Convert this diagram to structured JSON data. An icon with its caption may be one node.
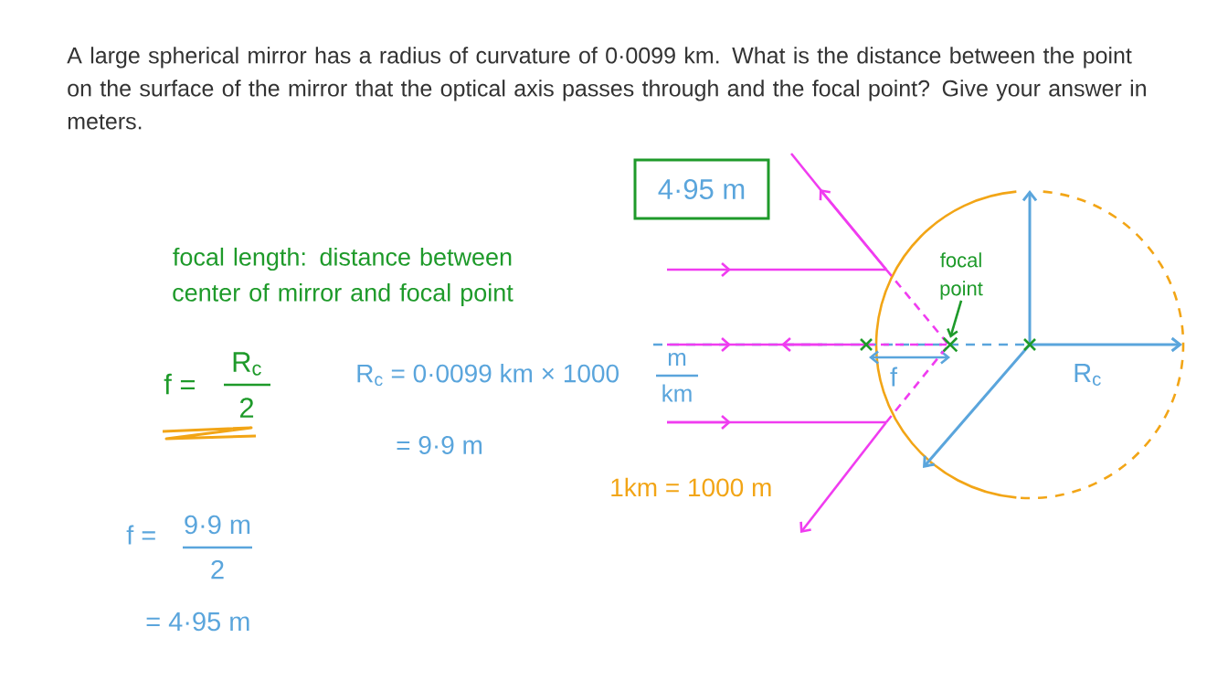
{
  "diagram": {
    "nodes": [
      {
        "text": [
          "4·95 m"
        ]
      },
      {
        "text": [
          "focal point"
        ]
      },
      {
        "text": [],
        "shape": "cross"
      }
    ],
    "edges": [
      {
        "from": 1,
        "to": 2,
        "arrow": "to"
      }
    ],
    "labels": [
      "A large spherical mirror has a radius of curvature of 0·0099 km. What is the distance between the point on the surface of the mirror that the optical axis passes through and the focal point? Give your answer in meters.",
      "focal length: distance between center of mirror and focal point",
      "f =",
      "R$_{c}$",
      "2",
      "R$_{c}$ = 0·0099 km × 1000",
      "m",
      "km",
      "= 9·9 m",
      "f =",
      "9·9 m",
      "2",
      "= 4·95 m",
      "1km = 1000 m",
      "f",
      "R$_{c}$"
    ]
  }
}
